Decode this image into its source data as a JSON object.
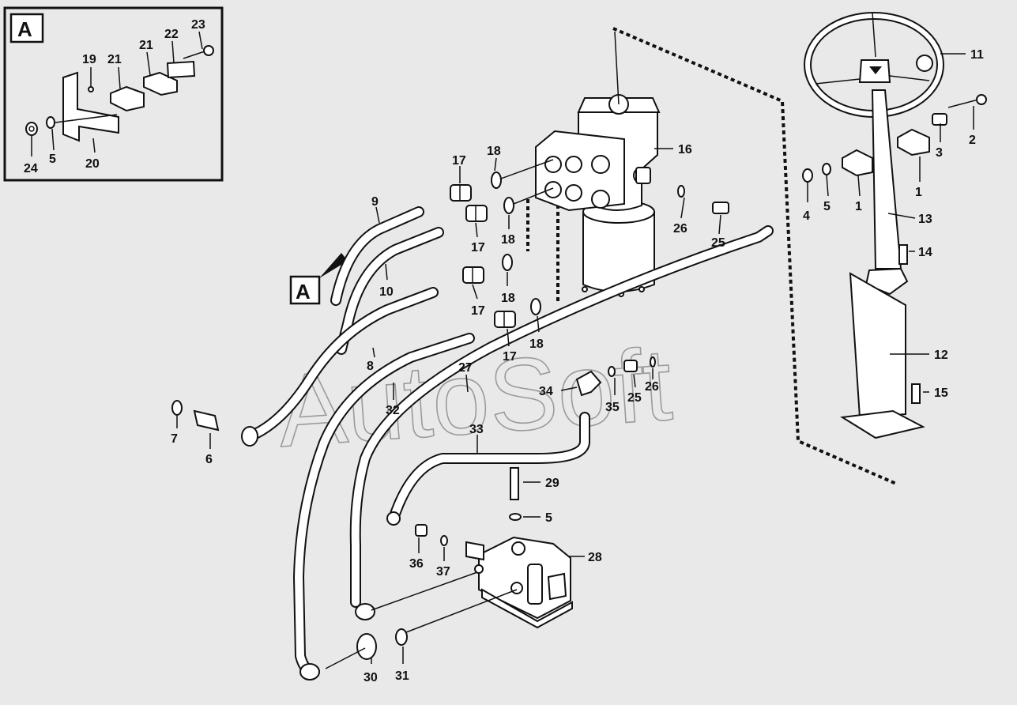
{
  "watermark": "AutoSoft",
  "inset": {
    "tag": "A"
  },
  "view_tag": "A",
  "labels": {
    "l19": "19",
    "l21a": "21",
    "l21b": "21",
    "l22": "22",
    "l23": "23",
    "l24": "24",
    "l5a": "5",
    "l20": "20",
    "l9": "9",
    "l10": "10",
    "l17a": "17",
    "l17b": "17",
    "l17c": "17",
    "l17d": "17",
    "l18a": "18",
    "l18b": "18",
    "l18c": "18",
    "l18d": "18",
    "l16": "16",
    "l26a": "26",
    "l25a": "25",
    "l8": "8",
    "l32": "32",
    "l27": "27",
    "l34": "34",
    "l35": "35",
    "l25b": "25",
    "l26b": "26",
    "l7": "7",
    "l6": "6",
    "l33": "33",
    "l29": "29",
    "l5b": "5",
    "l28": "28",
    "l36": "36",
    "l37": "37",
    "l30": "30",
    "l31": "31",
    "l11": "11",
    "l2": "2",
    "l3": "3",
    "l1a": "1",
    "l1b": "1",
    "l4": "4",
    "l5c": "5",
    "l13": "13",
    "l14": "14",
    "l12": "12",
    "l15": "15"
  }
}
